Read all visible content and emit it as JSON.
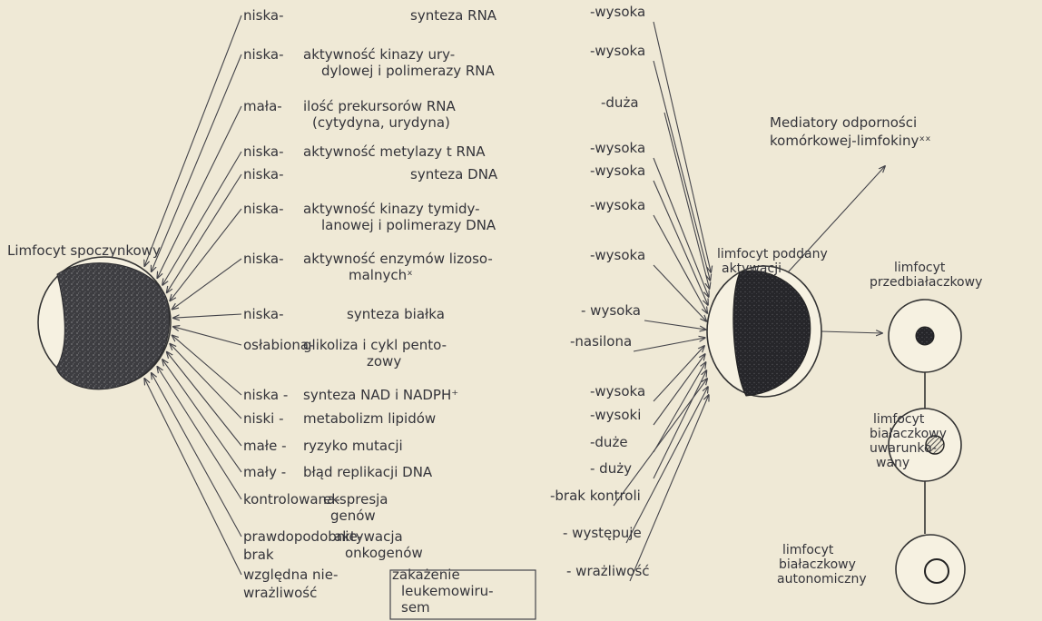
{
  "resting_cell": {
    "label": "Limfocyt spoczynkowy"
  },
  "activated_cell": {
    "label_lines": [
      "limfocyt poddany",
      "aktywacji"
    ]
  },
  "mediators": {
    "lines": [
      "Mediatory odporności",
      "komórkowej-limfokinyˣˣ"
    ]
  },
  "preleukemic_cell": {
    "label_lines": [
      "limfocyt",
      "przedbiałaczkowy"
    ]
  },
  "conditioned_cell": {
    "label_lines": [
      "limfocyt",
      "białaczkowy",
      "uwarunko-",
      "wany"
    ]
  },
  "autonomous_cell": {
    "label_lines": [
      "limfocyt",
      "białaczkowy",
      "autonomiczny"
    ]
  },
  "rows": [
    {
      "left": "niska-",
      "process": [
        "synteza RNA"
      ],
      "right": "-wysoka"
    },
    {
      "left": "niska-",
      "process": [
        "aktywność kinazy ury-",
        "dylowej i polimerazy RNA"
      ],
      "right": "-wysoka"
    },
    {
      "left": "mała-",
      "process": [
        "ilość prekursorów RNA",
        "(cytydyna, urydyna)"
      ],
      "right": "-duża"
    },
    {
      "left": "niska-",
      "process": [
        "aktywność metylazy t RNA"
      ],
      "right": "-wysoka"
    },
    {
      "left": "niska-",
      "process": [
        "synteza DNA"
      ],
      "right": "-wysoka"
    },
    {
      "left": "niska-",
      "process": [
        "aktywność kinazy tymidy-",
        "lanowej i polimerazy DNA"
      ],
      "right": "-wysoka"
    },
    {
      "left": "niska-",
      "process": [
        "aktywność enzymów lizoso-",
        "malnychˣ"
      ],
      "right": "-wysoka"
    },
    {
      "left": "niska-",
      "process": [
        "synteza białka"
      ],
      "right": "- wysoka"
    },
    {
      "left": "osłabiona-",
      "process": [
        "glikoliza i cykl pento-",
        "zowy"
      ],
      "right": "-nasilona"
    },
    {
      "left": "niska -",
      "process": [
        "synteza NAD i NADPH⁺"
      ],
      "right": "-wysoka"
    },
    {
      "left": "niski -",
      "process": [
        "metabolizm lipidów"
      ],
      "right": "-wysoki"
    },
    {
      "left": "małe -",
      "process": [
        "ryzyko mutacji"
      ],
      "right": "-duże"
    },
    {
      "left": "mały -",
      "process": [
        "błąd replikacji DNA"
      ],
      "right": "- duży"
    },
    {
      "left": "kontrolowana-",
      "process": [
        "ekspresja",
        "genów"
      ],
      "right": "-brak kontroli"
    },
    {
      "left": "prawdopodobnie-",
      "left2": "brak",
      "process": [
        "aktywacja",
        "onkogenów"
      ],
      "right": "- występuje"
    },
    {
      "left": "względna nie-",
      "left2": "wrażliwość",
      "process": [
        "zakażenie",
        "leukemowiru-",
        "sem"
      ],
      "right": "- wrażliwość"
    }
  ]
}
